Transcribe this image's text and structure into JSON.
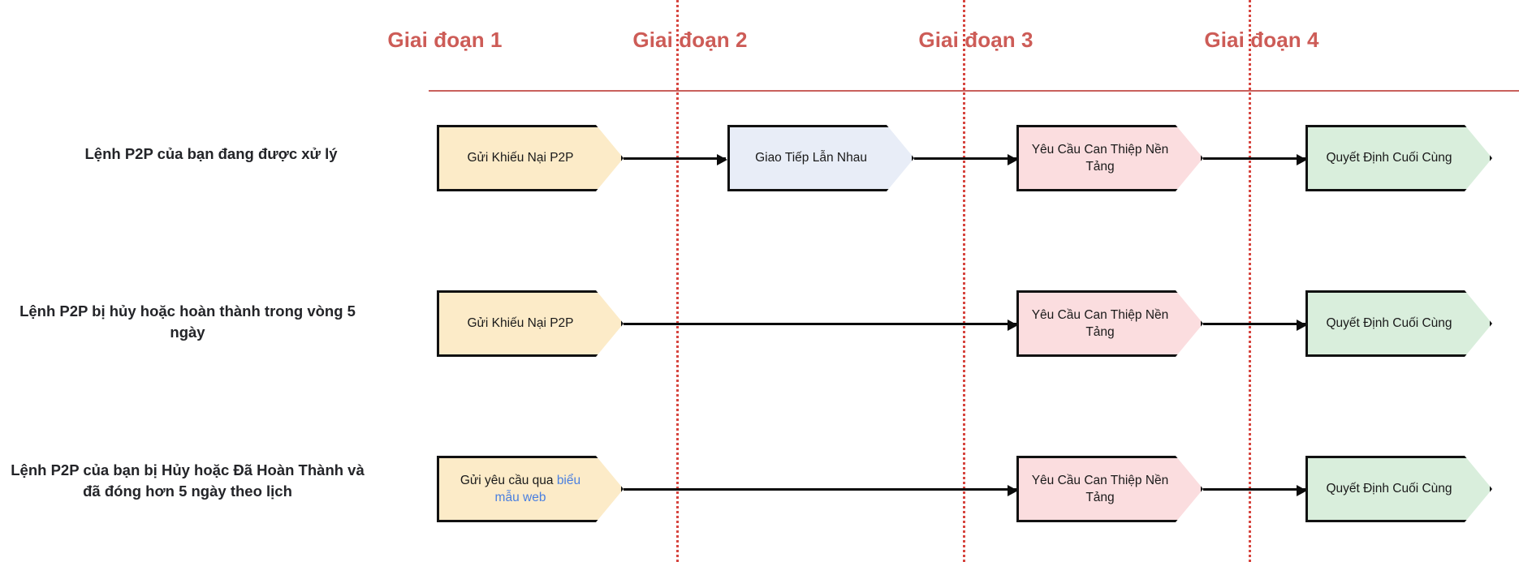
{
  "diagram": {
    "title_color": "#CD5C57",
    "background": "#ffffff",
    "phases": [
      {
        "label": "Giai đoạn 1"
      },
      {
        "label": "Giai đoạn 2"
      },
      {
        "label": "Giai đoạn 3"
      },
      {
        "label": "Giai đoạn 4"
      }
    ],
    "rows": [
      {
        "label": "Lệnh P2P của bạn đang được xử lý",
        "label_lines": [
          "Lệnh P2P của bạn đang được xử lý"
        ],
        "nodes": [
          {
            "text": "Gửi Khiếu Nại P2P",
            "fill": "#FCEBC8",
            "phase": 1
          },
          {
            "text": "Giao Tiếp Lẫn Nhau",
            "fill": "#E8EDF7",
            "phase": 2
          },
          {
            "text": "Yêu Cầu Can Thiệp Nền Tảng",
            "fill": "#FBDDDF",
            "phase": 3
          },
          {
            "text": "Quyết Định Cuối Cùng",
            "fill": "#D9EEDC",
            "phase": 4
          }
        ]
      },
      {
        "label": "Lệnh P2P bị hủy hoặc hoàn thành trong vòng 5 ngày",
        "label_lines": [
          "Lệnh P2P bị hủy hoặc hoàn thành trong vòng 5 ngày"
        ],
        "nodes": [
          {
            "text": "Gửi Khiếu Nại P2P",
            "fill": "#FCEBC8",
            "phase": 1
          },
          {
            "text": "Yêu Cầu Can Thiệp Nền Tảng",
            "fill": "#FBDDDF",
            "phase": 3
          },
          {
            "text": "Quyết Định Cuối Cùng",
            "fill": "#D9EEDC",
            "phase": 4
          }
        ]
      },
      {
        "label": "Lệnh P2P của bạn bị Hủy hoặc Đã Hoàn Thành và đã đóng hơn 5 ngày theo lịch",
        "label_lines": [
          "Lệnh P2P của bạn bị Hủy hoặc Đã Hoàn Thành và",
          "đã đóng hơn 5 ngày theo lịch"
        ],
        "nodes": [
          {
            "text": "Gửi yêu cầu qua biểu mẫu web",
            "text_prefix": "Gửi yêu cầu qua ",
            "link_text": "biểu mẫu web",
            "link_color": "#4A7FE0",
            "fill": "#FCEBC8",
            "phase": 1
          },
          {
            "text": "Yêu Cầu Can Thiệp Nền Tảng",
            "fill": "#FBDDDF",
            "phase": 3
          },
          {
            "text": "Quyết Định Cuối Cùng",
            "fill": "#D9EEDC",
            "phase": 4
          }
        ]
      }
    ]
  }
}
